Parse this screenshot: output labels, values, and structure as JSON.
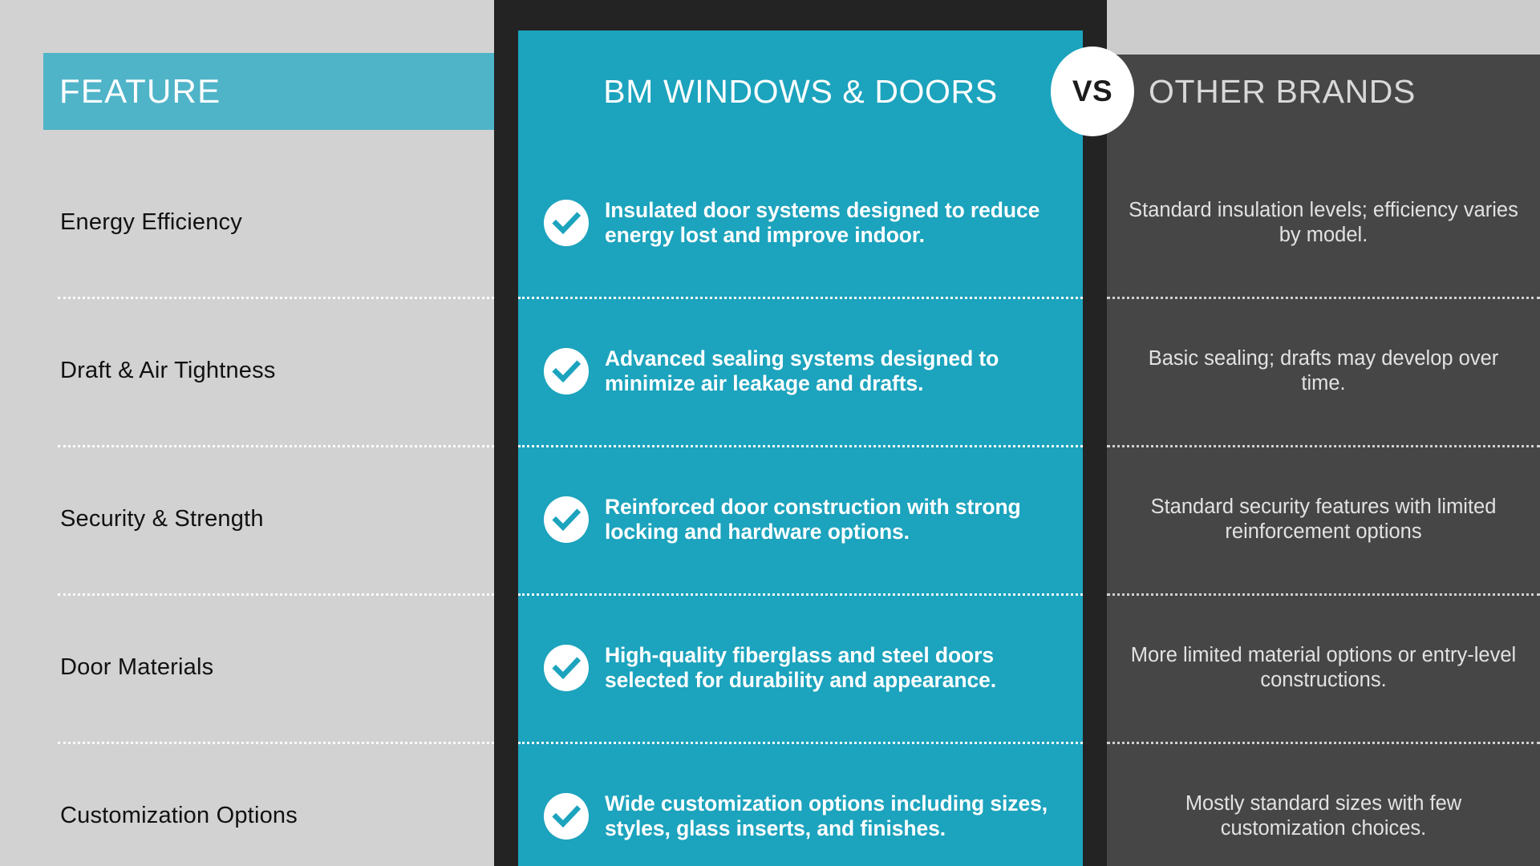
{
  "headers": {
    "feature": "FEATURE",
    "brand": "BM WINDOWS & DOORS",
    "vs": "VS",
    "other": "OTHER BRANDS"
  },
  "colors": {
    "teal": "#1CA3BD",
    "teal_light": "#4FB4C8",
    "dark_panel": "#232323",
    "right_panel": "#464646",
    "left_bg": "#D2D2D2"
  },
  "icons": {
    "check": "check-circle-icon"
  },
  "rows": [
    {
      "feature": "Energy Efficiency",
      "brand": "Insulated door systems designed to reduce energy lost and improve indoor.",
      "other": "Standard insulation levels; efficiency varies by model."
    },
    {
      "feature": "Draft & Air Tightness",
      "brand": "Advanced sealing systems designed to minimize air leakage and drafts.",
      "other": "Basic sealing; drafts may develop over time."
    },
    {
      "feature": "Security & Strength",
      "brand": "Reinforced door construction with strong locking and hardware options.",
      "other": "Standard security features with limited reinforcement options"
    },
    {
      "feature": "Door Materials",
      "brand": "High-quality fiberglass and steel doors selected for durability and appearance.",
      "other": "More limited material options or entry-level constructions."
    },
    {
      "feature": "Customization Options",
      "brand": "Wide customization options including sizes, styles, glass inserts, and finishes.",
      "other": "Mostly standard sizes with few customization choices."
    }
  ]
}
